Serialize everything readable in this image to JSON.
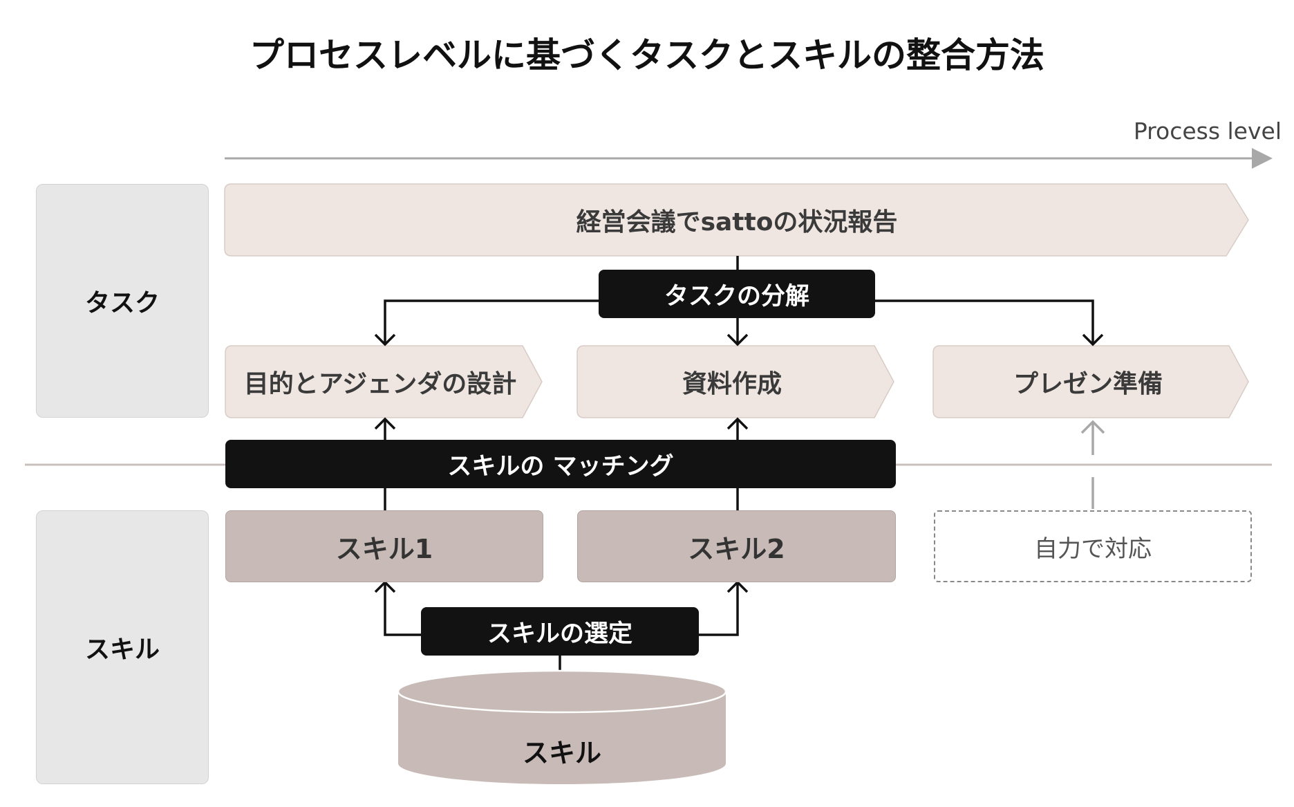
{
  "title": "プロセスレベルに基づくタスクとスキルの整合方法",
  "axis": {
    "label": "Process level"
  },
  "rows": {
    "task_label": "タスク",
    "skill_label": "スキル"
  },
  "tasks": {
    "main": "経営会議でsattoの状況報告",
    "decompose_label": "タスクの分解",
    "subtasks": [
      "目的とアジェンダの設計",
      "資料作成",
      "プレゼン準備"
    ]
  },
  "matching_label": "スキルの マッチング",
  "skills": {
    "items": [
      "スキル1",
      "スキル2"
    ],
    "self_handle": "自力で対応",
    "select_label": "スキルの選定",
    "pool_label": "スキル"
  },
  "colors": {
    "task_fill": "#efe6e2",
    "skill_fill": "#c8bbb7",
    "label_fill": "#121212",
    "side_fill": "#e7e7e7"
  }
}
